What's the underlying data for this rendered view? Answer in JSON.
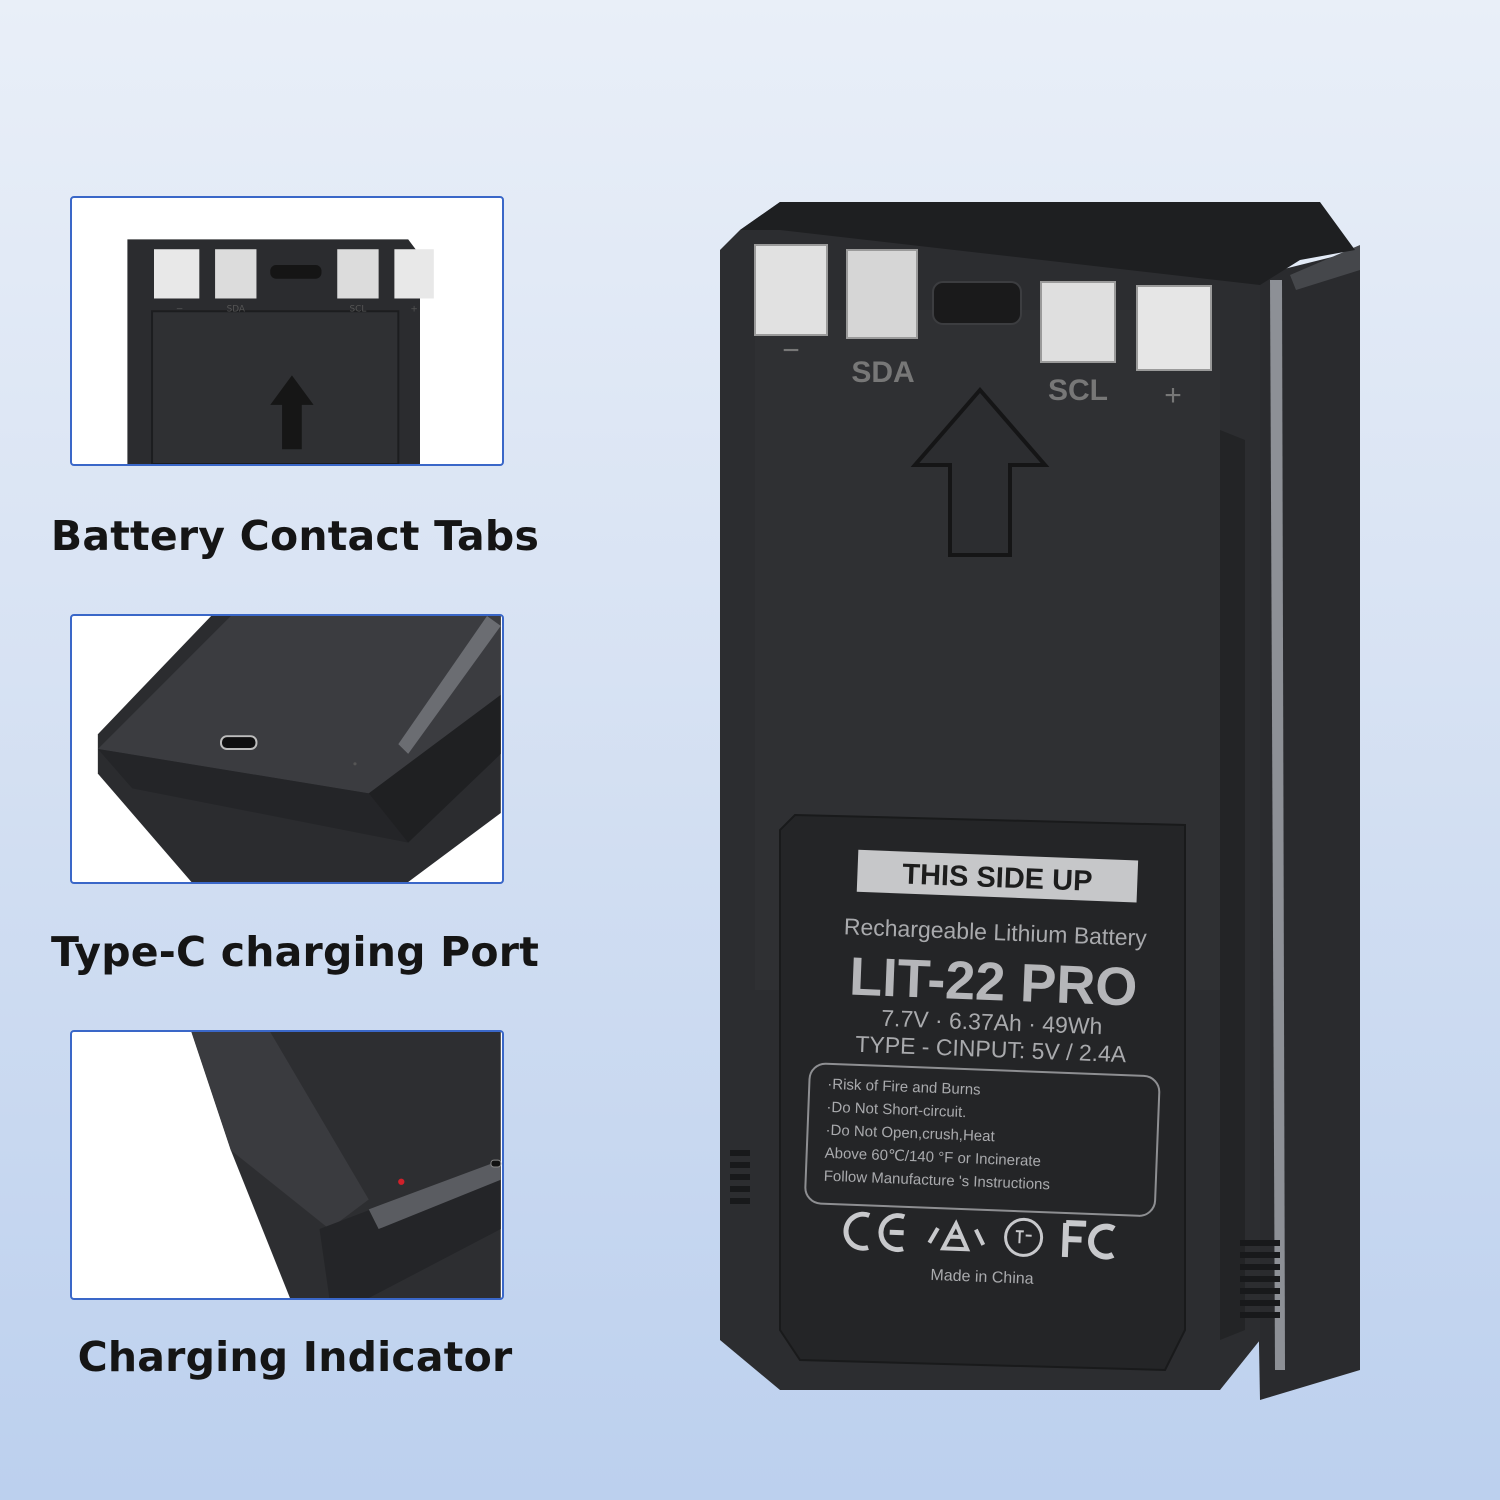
{
  "features": [
    {
      "id": "contacts",
      "caption": "Battery Contact Tabs",
      "terminal_labels": [
        "−",
        "SDA",
        "SCL",
        "+"
      ]
    },
    {
      "id": "port",
      "caption": "Type-C charging Port"
    },
    {
      "id": "indicator",
      "caption": "Charging Indicator"
    }
  ],
  "battery": {
    "terminal_labels": [
      "−",
      "SDA",
      "SCL",
      "+"
    ],
    "label": {
      "orientation": "THIS SIDE UP",
      "type": "Rechargeable Lithium Battery",
      "model": "LIT-22 PRO",
      "specs": "7.7V · 6.37Ah · 49Wh",
      "input": "TYPE - CINPUT: 5V / 2.4A",
      "warnings": [
        "·Risk of Fire and Burns",
        "·Do Not Short-circuit.",
        "·Do Not Open,crush,Heat",
        "Above 60℃/140 °F or Incinerate",
        "Follow Manufacture 's Instructions"
      ],
      "marks": [
        "CE",
        "recycle",
        "PSE",
        "FC"
      ],
      "origin": "Made in China"
    }
  },
  "colors": {
    "panel_border": "#3a67c8",
    "battery_body": "#2c2d30",
    "indicator_led": "#d0202a"
  }
}
